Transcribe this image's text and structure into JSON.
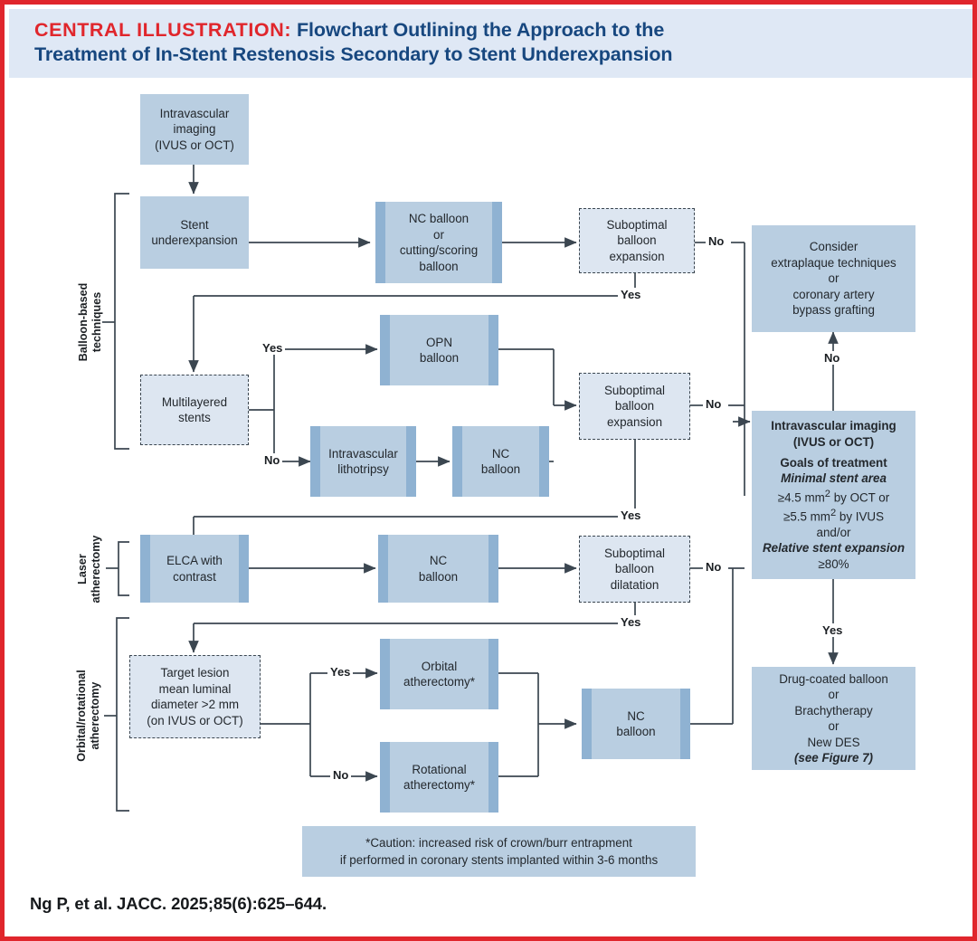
{
  "header": {
    "prefix": "CENTRAL ILLUSTRATION:",
    "line1": " Flowchart Outlining the Approach to the",
    "line2": "Treatment of In-Stent Restenosis Secondary to Stent Underexpansion"
  },
  "colors": {
    "frame_border": "#e0262c",
    "header_band": "#dfe8f5",
    "header_text": "#17477f",
    "accent_red": "#e0262c",
    "box_fill": "#b9cee1",
    "box_bar": "#8fb2d2",
    "dashed_fill": "#dde6f1",
    "dashed_border": "#3b4650",
    "line": "#3b4650",
    "text": "#23282d"
  },
  "group_labels": {
    "balloon": "Balloon-based\ntechniques",
    "laser": "Laser\natherectomy",
    "orbital": "Orbital/rotational\natherectomy"
  },
  "nodes": {
    "imaging_start": "Intravascular\nimaging\n(IVUS or OCT)",
    "stent_underexpansion": "Stent\nunderexpansion",
    "nc_or_cutting": "NC balloon\nor\ncutting/scoring\nballoon",
    "subopt1": "Suboptimal\nballoon\nexpansion",
    "multilayered": "Multilayered\nstents",
    "opn": "OPN\nballoon",
    "ivl": "Intravascular\nlithotripsy",
    "nc2": "NC\nballoon",
    "subopt2": "Suboptimal\nballoon\nexpansion",
    "elca": "ELCA with\ncontrast",
    "nc3": "NC\nballoon",
    "subopt3": "Suboptimal\nballoon\ndilatation",
    "target_lesion": "Target lesion\nmean luminal\ndiameter >2 mm\n(on IVUS or OCT)",
    "orbital_ath": "Orbital\natherectomy*",
    "rotational_ath": "Rotational\natherectomy*",
    "nc4": "NC\nballoon",
    "consider_extraplaque": "Consider\nextraplaque techniques\nor\ncoronary artery\nbypass grafting",
    "final_treatment": "Drug-coated balloon\nor\nBrachytherapy\nor\nNew DES"
  },
  "goals_box": {
    "title": "Intravascular imaging\n(IVUS or OCT)",
    "goals_heading": "Goals of treatment",
    "msa_label": "Minimal stent area",
    "msa_oct": "≥4.5 mm",
    "msa_oct_sup": "2",
    "msa_oct_tail": " by OCT or",
    "msa_ivus": "≥5.5 mm",
    "msa_ivus_sup": "2",
    "msa_ivus_tail": " by IVUS",
    "andor": "and/or",
    "rse_label": "Relative stent  expansion",
    "rse_value": "≥80%"
  },
  "final_note": "(see Figure 7)",
  "edge_labels": {
    "no1": "No",
    "yes1": "Yes",
    "yes_multi": "Yes",
    "no_multi": "No",
    "no2": "No",
    "yes2": "Yes",
    "no3": "No",
    "yes3": "Yes",
    "yes_orbital": "Yes",
    "no_rotational": "No",
    "no_goals": "No",
    "yes_goals": "Yes"
  },
  "caution": "*Caution: increased risk of crown/burr entrapment\nif performed in coronary stents implanted within 3-6 months",
  "citation": "Ng P, et al. JACC. 2025;85(6):625–644."
}
